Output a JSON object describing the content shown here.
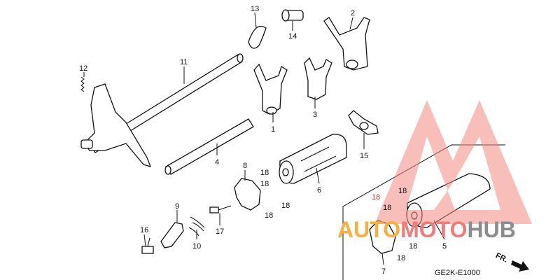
{
  "diagram": {
    "code": "GE2K-E1000",
    "direction_label": "FR.",
    "callouts": [
      {
        "id": "c13",
        "text": "13"
      },
      {
        "id": "c14",
        "text": "14"
      },
      {
        "id": "c2",
        "text": "2"
      },
      {
        "id": "c12",
        "text": "12"
      },
      {
        "id": "c11",
        "text": "11"
      },
      {
        "id": "c1",
        "text": "1"
      },
      {
        "id": "c3",
        "text": "3"
      },
      {
        "id": "c4",
        "text": "4"
      },
      {
        "id": "c15",
        "text": "15"
      },
      {
        "id": "c8",
        "text": "8"
      },
      {
        "id": "c18a",
        "text": "18"
      },
      {
        "id": "c18b",
        "text": "18"
      },
      {
        "id": "c6",
        "text": "6"
      },
      {
        "id": "c18c",
        "text": "18"
      },
      {
        "id": "c18d",
        "text": "18"
      },
      {
        "id": "c9",
        "text": "9"
      },
      {
        "id": "c16",
        "text": "16"
      },
      {
        "id": "c17",
        "text": "17"
      },
      {
        "id": "c10",
        "text": "10"
      },
      {
        "id": "c18e",
        "text": "18"
      },
      {
        "id": "c18f",
        "text": "18"
      },
      {
        "id": "c18g",
        "text": "18"
      },
      {
        "id": "c18h",
        "text": "18"
      },
      {
        "id": "c18i",
        "text": "18"
      },
      {
        "id": "c5",
        "text": "5"
      },
      {
        "id": "c7",
        "text": "7"
      }
    ]
  },
  "watermark": {
    "part1": "AUTO",
    "part2": "MOTO",
    "part3": "HUB",
    "colors": {
      "auto": "#f5b041",
      "moto": "#f07b7b",
      "hub": "#8c8c8c",
      "triangle": "#f28b82"
    }
  }
}
